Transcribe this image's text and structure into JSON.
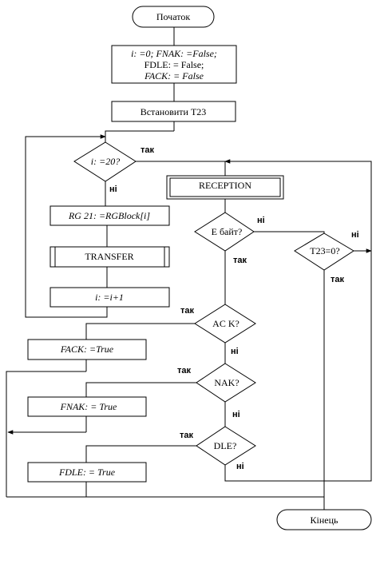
{
  "start": "Початок",
  "end": "Кінець",
  "init": {
    "line1": "i: =0; FNAK: =False;",
    "line2": "FDLE: = False;",
    "line3": "FACK: = False"
  },
  "set_t23": "Встановити Т23",
  "decision_i": "i: =20?",
  "rg_assign": "RG 21: =RGBlock[i]",
  "transfer": "TRANSFER",
  "increment": "i: =i+1",
  "reception": "RECEPTION",
  "decision_e_byte": "Е байт?",
  "decision_t23": "Т23=0?",
  "decision_ack": "AC K?",
  "decision_nak": "NAK?",
  "decision_dle": "DLE?",
  "fack_true": "FACK: =True",
  "fnak_true": "FNAK: = True",
  "fdle_true": "FDLE: = True",
  "edge_labels": {
    "i_yes": "так",
    "i_no": "ні",
    "e_yes": "так",
    "e_no": "ні",
    "t23_yes": "так",
    "t23_no": "ні",
    "ack_yes": "так",
    "ack_no": "ні",
    "nak_yes": "так",
    "nak_no": "ні",
    "dle_yes": "так",
    "dle_no": "ні"
  }
}
